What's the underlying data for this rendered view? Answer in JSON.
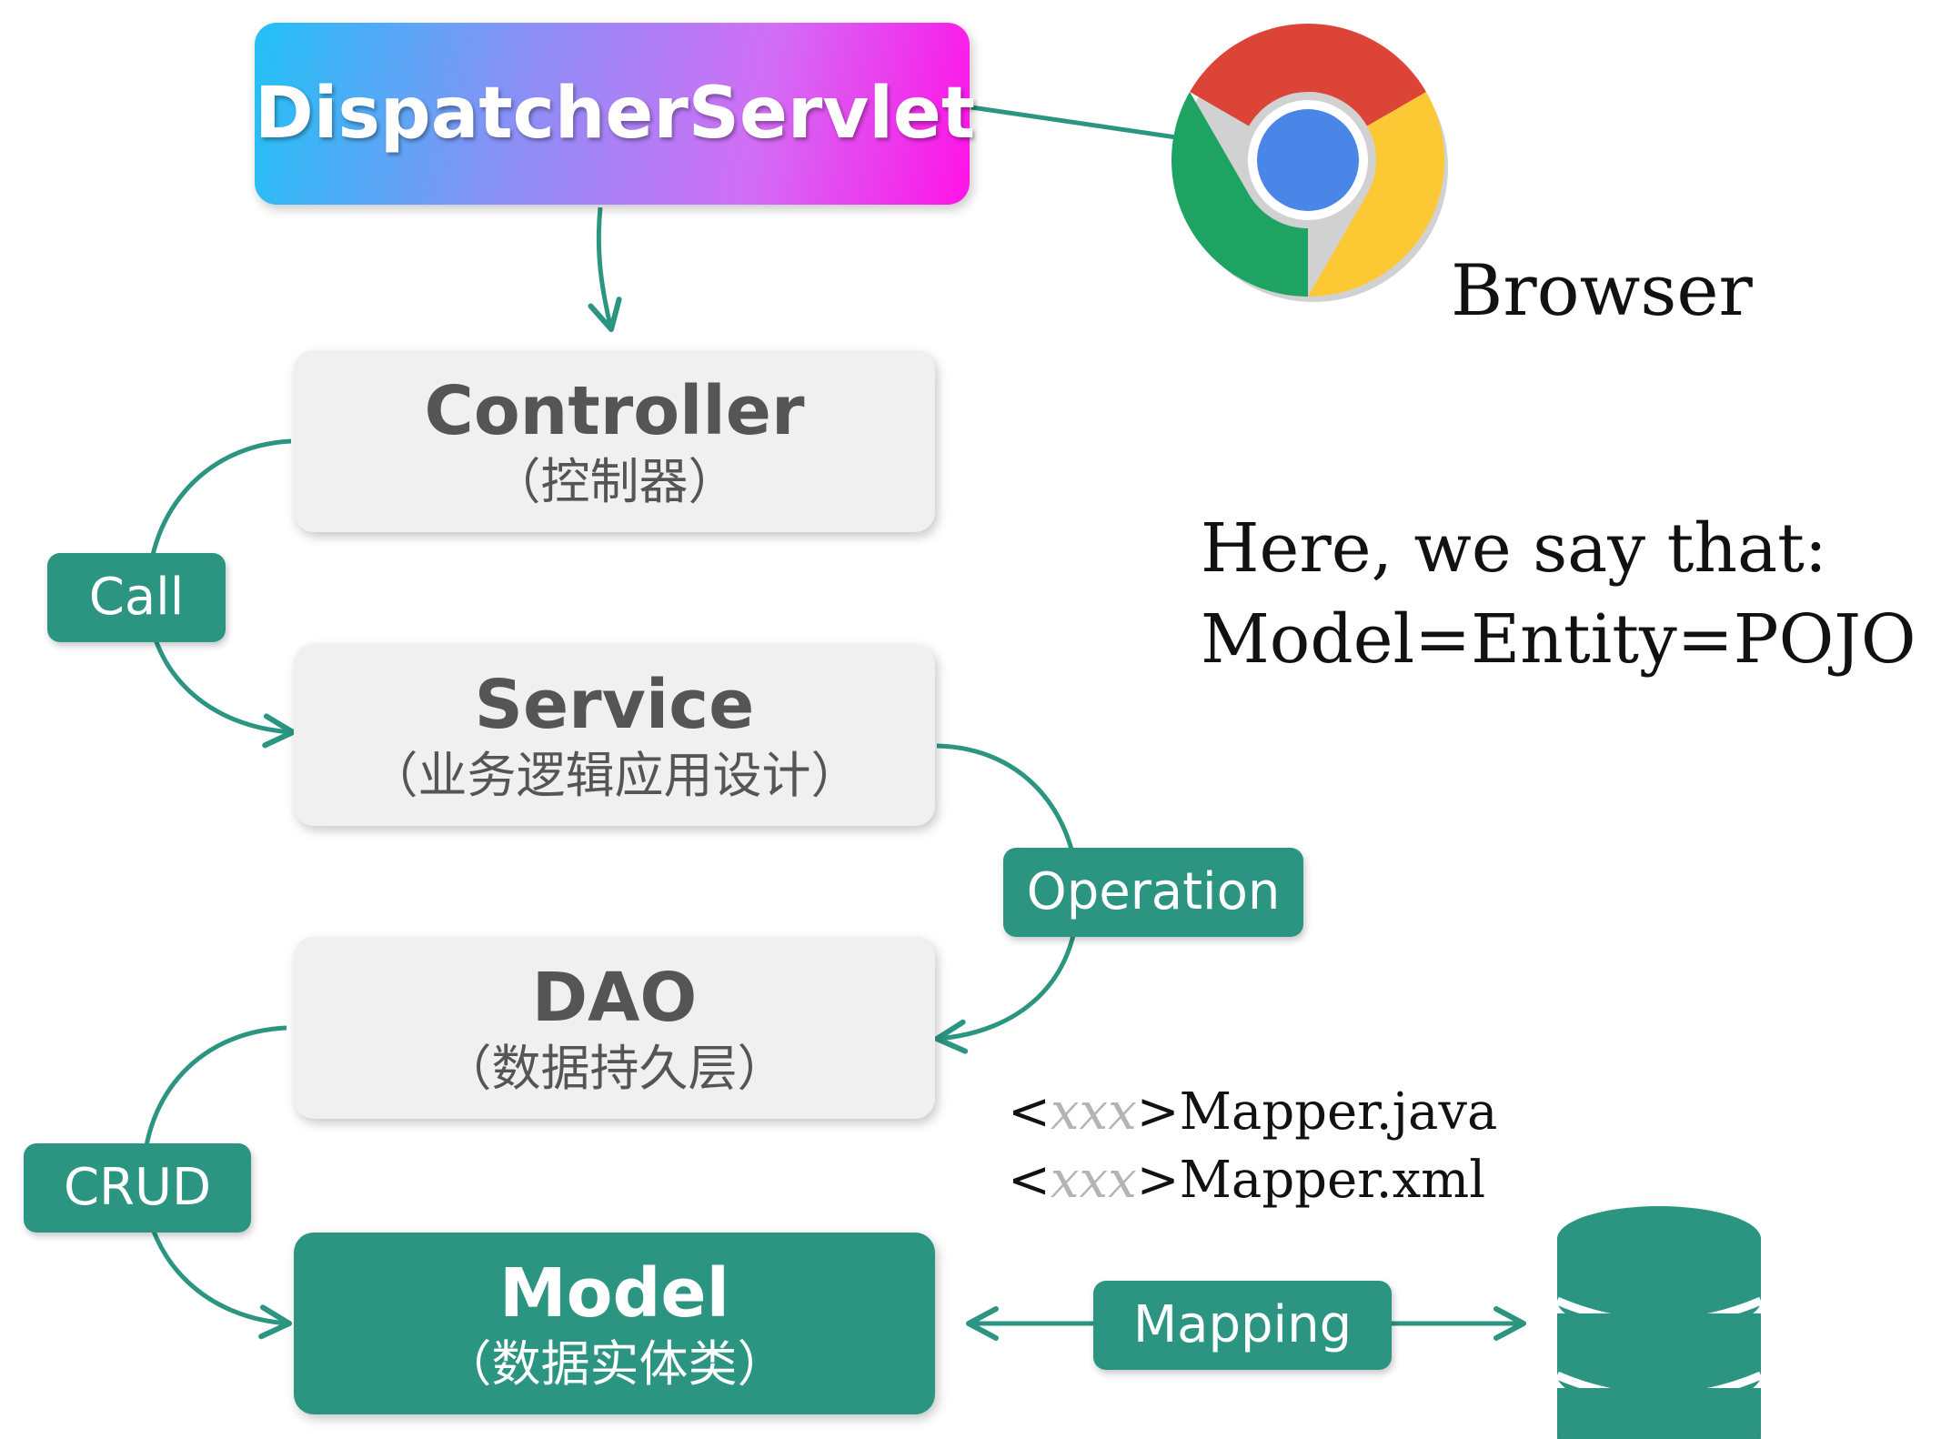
{
  "dispatcher": {
    "label": "DispatcherServlet"
  },
  "browser": {
    "label": "Browser",
    "icon": "chrome-browser-icon"
  },
  "layers": {
    "controller": {
      "title": "Controller",
      "subtitle": "（控制器）"
    },
    "service": {
      "title": "Service",
      "subtitle": "（业务逻辑应用设计）"
    },
    "dao": {
      "title": "DAO",
      "subtitle": "（数据持久层）"
    },
    "model": {
      "title": "Model",
      "subtitle": "（数据实体类）"
    }
  },
  "connectors": {
    "call": "Call",
    "operation": "Operation",
    "crud": "CRUD",
    "mapping": "Mapping"
  },
  "note": {
    "line1": "Here, we say that:",
    "line2": "Model=Entity=POJO"
  },
  "mapper_files": [
    {
      "lt": "<",
      "placeholder": "xxx",
      "gt": ">",
      "name": "Mapper.java"
    },
    {
      "lt": "<",
      "placeholder": "xxx",
      "gt": ">",
      "name": "Mapper.xml"
    }
  ],
  "database": {
    "icon": "database-icon"
  },
  "colors": {
    "teal": "#2c9581",
    "box_grey": "#f0f0f0",
    "text_grey": "#555555",
    "chrome_red": "#db4437",
    "chrome_yellow": "#fcc934",
    "chrome_green": "#1ea362",
    "chrome_blue": "#4285f4"
  }
}
